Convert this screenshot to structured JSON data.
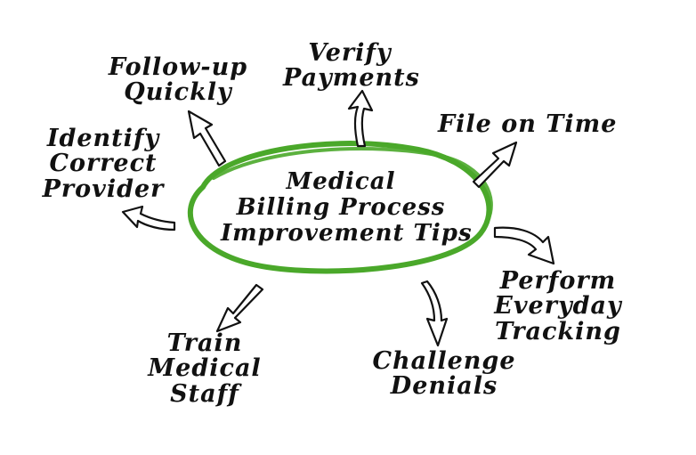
{
  "center": {
    "lines": [
      "Medical",
      "Billing Process",
      "Improvement Tips"
    ],
    "ring_color": "#4aa82a"
  },
  "tips": {
    "verify": [
      "Verify",
      "Payments"
    ],
    "follow_up": [
      "Follow-up",
      "Quickly"
    ],
    "identify": [
      "Identify",
      "Correct",
      "Provider"
    ],
    "file": [
      "File on Time"
    ],
    "perform": [
      "Perform",
      "Everyday",
      "Tracking"
    ],
    "challenge": [
      "Challenge",
      "Denials"
    ],
    "train": [
      "Train",
      "Medical",
      "Staff"
    ]
  },
  "arrow_icon": "hollow-arrow-icon"
}
